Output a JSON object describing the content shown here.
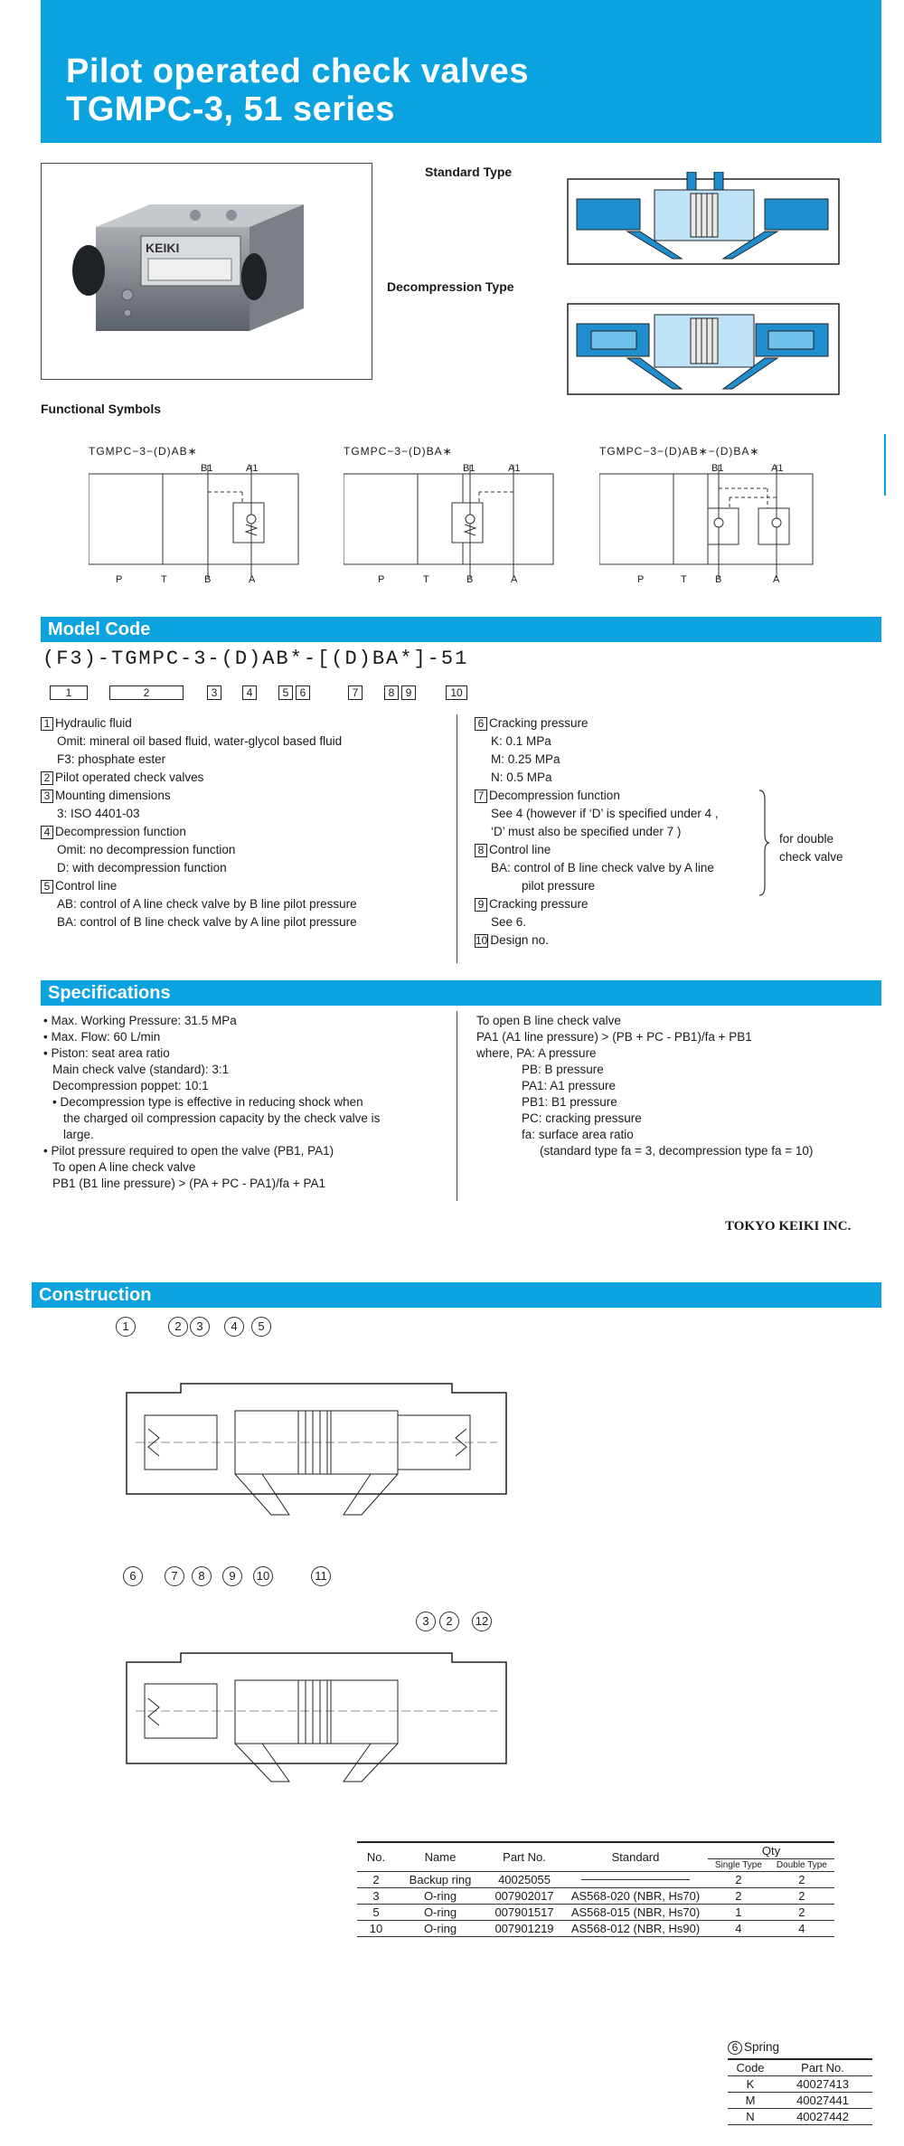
{
  "header": {
    "title_line1": "Pilot operated check valves",
    "title_line2": "TGMPC-3, 51 series"
  },
  "product": {
    "brand": "KEIKI",
    "std_type_label": "Standard Type",
    "decomp_type_label": "Decompression Type"
  },
  "functional_symbols": {
    "heading": "Functional Symbols",
    "symbols": [
      {
        "code": "TGMPC−3−(D)AB∗",
        "ports_top": [
          "B1",
          "A1"
        ],
        "ports_bottom": [
          "P",
          "T",
          "B",
          "A"
        ]
      },
      {
        "code": "TGMPC−3−(D)BA∗",
        "ports_top": [
          "B1",
          "A1"
        ],
        "ports_bottom": [
          "P",
          "T",
          "B",
          "A"
        ]
      },
      {
        "code": "TGMPC−3−(D)AB∗−(D)BA∗",
        "ports_top": [
          "B1",
          "A1"
        ],
        "ports_bottom": [
          "P",
          "T",
          "B",
          "A"
        ]
      }
    ]
  },
  "model_code": {
    "heading": "Model Code",
    "code": "(F3)-TGMPC-3-(D)AB*-[(D)BA*]-51",
    "boxes": [
      "1",
      "2",
      "3",
      "4",
      "5",
      "6",
      "7",
      "8",
      "9",
      "10"
    ],
    "left": [
      {
        "n": "1",
        "label": "Hydraulic fluid"
      },
      {
        "text": "Omit: mineral oil based fluid, water-glycol based fluid"
      },
      {
        "text": "F3: phosphate ester"
      },
      {
        "n": "2",
        "label": "Pilot operated check valves"
      },
      {
        "n": "3",
        "label": "Mounting dimensions"
      },
      {
        "text": "3: ISO 4401-03"
      },
      {
        "n": "4",
        "label": "Decompression function"
      },
      {
        "text": "Omit: no decompression function"
      },
      {
        "text": "D: with decompression function"
      },
      {
        "n": "5",
        "label": "Control line"
      },
      {
        "text": "AB: control of A line check valve by B line pilot pressure"
      },
      {
        "text": "BA: control of B line check valve by A line pilot pressure"
      }
    ],
    "right": [
      {
        "n": "6",
        "label": "Cracking pressure"
      },
      {
        "text": "K: 0.1 MPa"
      },
      {
        "text": "M: 0.25 MPa"
      },
      {
        "text": "N: 0.5 MPa"
      },
      {
        "n": "7",
        "label": "Decompression function"
      },
      {
        "text": "See 4 (however if ‘D’ is specified under 4 ,"
      },
      {
        "text": "‘D’ must also be specified under 7 )"
      },
      {
        "n": "8",
        "label": "Control line"
      },
      {
        "text": "BA:  control of B line check valve by A line"
      },
      {
        "text": "pilot pressure",
        "indent2": true
      },
      {
        "n": "9",
        "label": "Cracking pressure"
      },
      {
        "text": "See 6."
      },
      {
        "n": "10",
        "label": "Design no."
      }
    ],
    "double_valve_note_1": "for double",
    "double_valve_note_2": "check valve"
  },
  "specifications": {
    "heading": "Specifications",
    "left": [
      "• Max. Working Pressure: 31.5 MPa",
      "• Max. Flow: 60 L/min",
      "• Piston: seat area ratio",
      "Main check valve (standard): 3:1",
      "Decompression poppet: 10:1",
      "• Decompression type is effective in reducing shock when",
      "the charged oil compression capacity by the check valve is",
      "large.",
      "• Pilot pressure required to open the valve (PB1, PA1)",
      "To open A line check valve",
      "PB1 (B1 line pressure) > (PA + PC - PA1)/fa + PA1"
    ],
    "right": [
      "To open B line check valve",
      "PA1 (A1 line pressure) > (PB + PC - PB1)/fa + PB1",
      "where, PA: A pressure",
      "PB: B pressure",
      "PA1: A1 pressure",
      "PB1: B1 pressure",
      "PC: cracking pressure",
      "fa: surface area ratio",
      "(standard type fa = 3, decompression type fa = 10)"
    ],
    "company": "TOKYO KEIKI INC."
  },
  "construction": {
    "heading": "Construction",
    "callouts_top": [
      "1",
      "2",
      "3",
      "4",
      "5"
    ],
    "callouts_bottom": [
      "6",
      "7",
      "8",
      "9",
      "10",
      "11"
    ],
    "callouts_second": [
      "3",
      "2",
      "12"
    ]
  },
  "parts_table": {
    "headers": [
      "No.",
      "Name",
      "Part No.",
      "Standard",
      "Qty"
    ],
    "qty_sub": [
      "Single Type",
      "Double Type"
    ],
    "rows": [
      [
        "2",
        "Backup ring",
        "40025055",
        "",
        "2",
        "2"
      ],
      [
        "3",
        "O-ring",
        "007902017",
        "AS568-020 (NBR, Hs70)",
        "2",
        "2"
      ],
      [
        "5",
        "O-ring",
        "007901517",
        "AS568-015 (NBR, Hs70)",
        "1",
        "2"
      ],
      [
        "10",
        "O-ring",
        "007901219",
        "AS568-012 (NBR, Hs90)",
        "4",
        "4"
      ]
    ]
  },
  "spring_table": {
    "title_num": "6",
    "title": "Spring",
    "headers": [
      "Code",
      "Part No."
    ],
    "rows": [
      [
        "K",
        "40027413"
      ],
      [
        "M",
        "40027441"
      ],
      [
        "N",
        "40027442"
      ]
    ]
  }
}
